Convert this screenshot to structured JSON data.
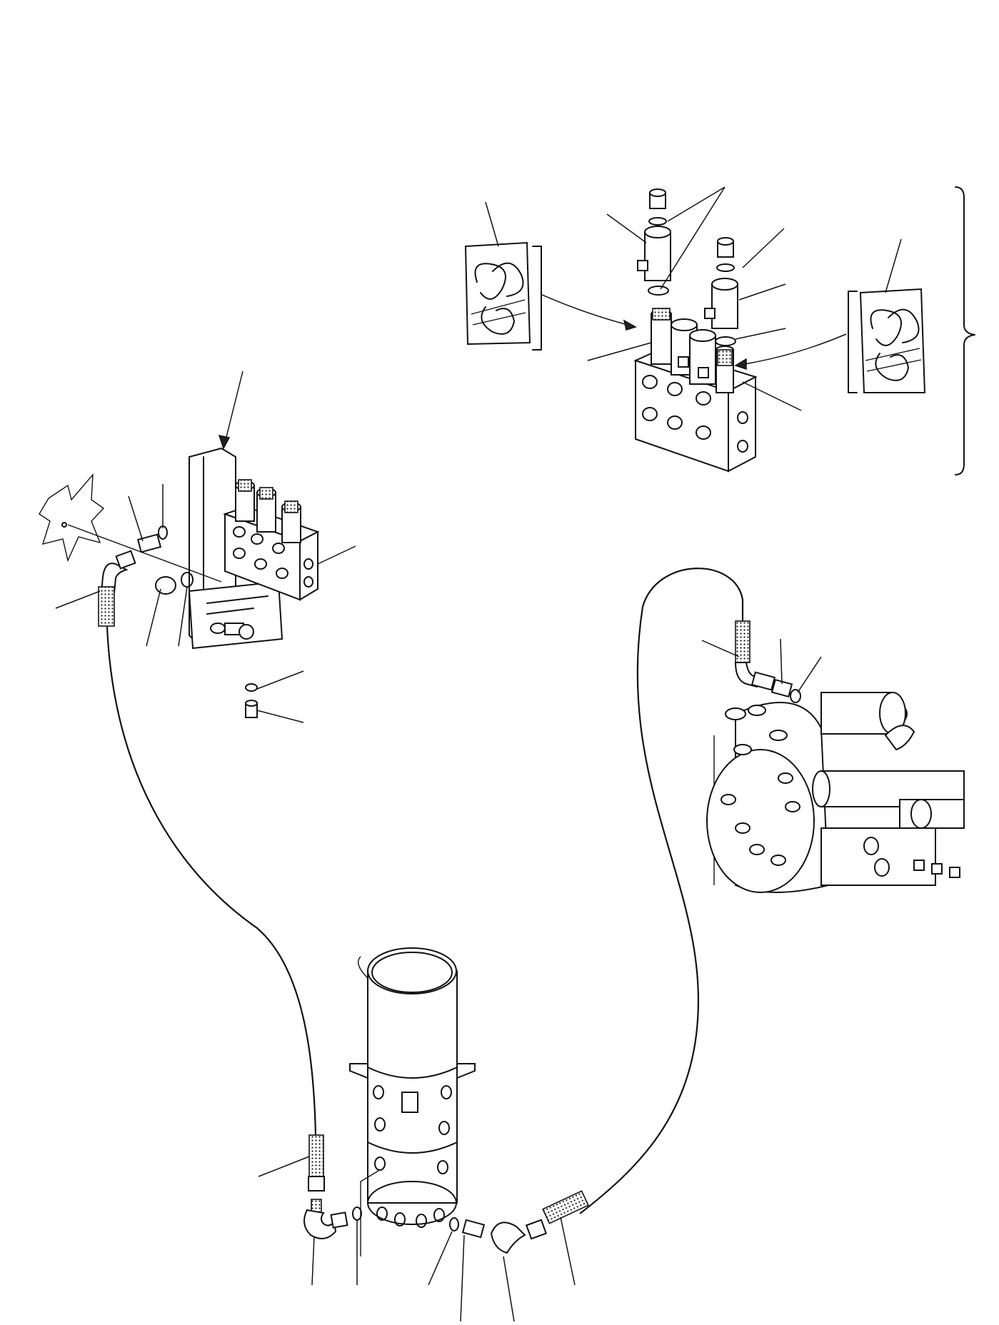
{
  "figure": {
    "title": "",
    "callout_labels": []
  },
  "components": {
    "solenoid_valve_assembly": "solenoid-valve-block",
    "sealant_pouches": 2,
    "swivel_joint": "center-swivel-joint",
    "transmission": "transmission-housing"
  },
  "colors": {
    "line": "#111111",
    "background": "#ffffff"
  }
}
